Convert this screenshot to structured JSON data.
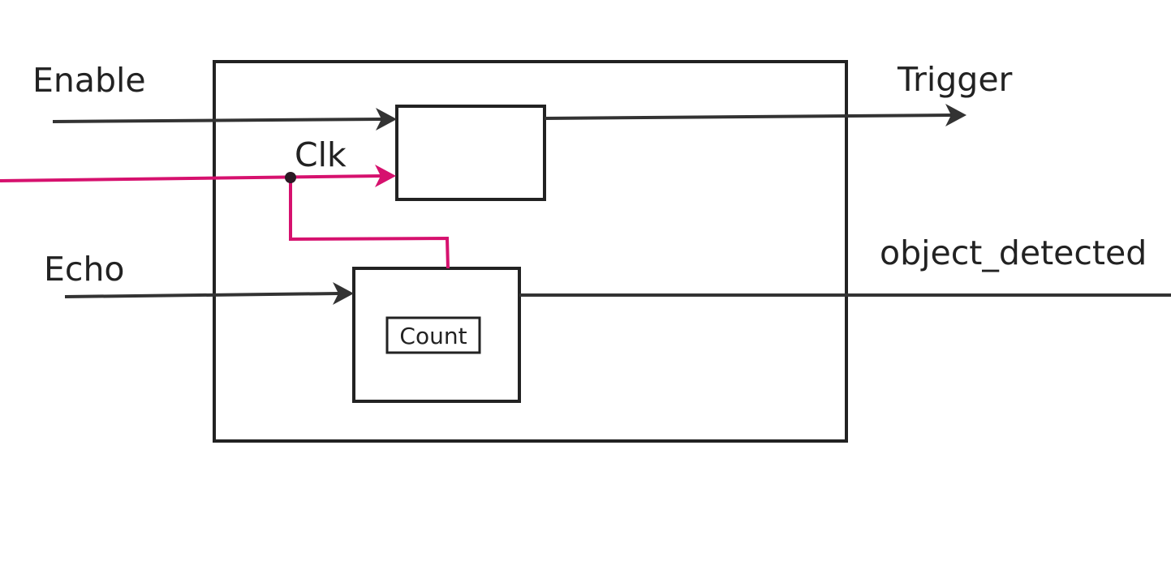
{
  "labels": {
    "enable": "Enable",
    "clk": "Clk",
    "echo": "Echo",
    "trigger": "Trigger",
    "object_detected": "object_detected",
    "count": "Count"
  },
  "colors": {
    "line": "#333333",
    "clock": "#d6116e",
    "background": "#ffffff"
  }
}
